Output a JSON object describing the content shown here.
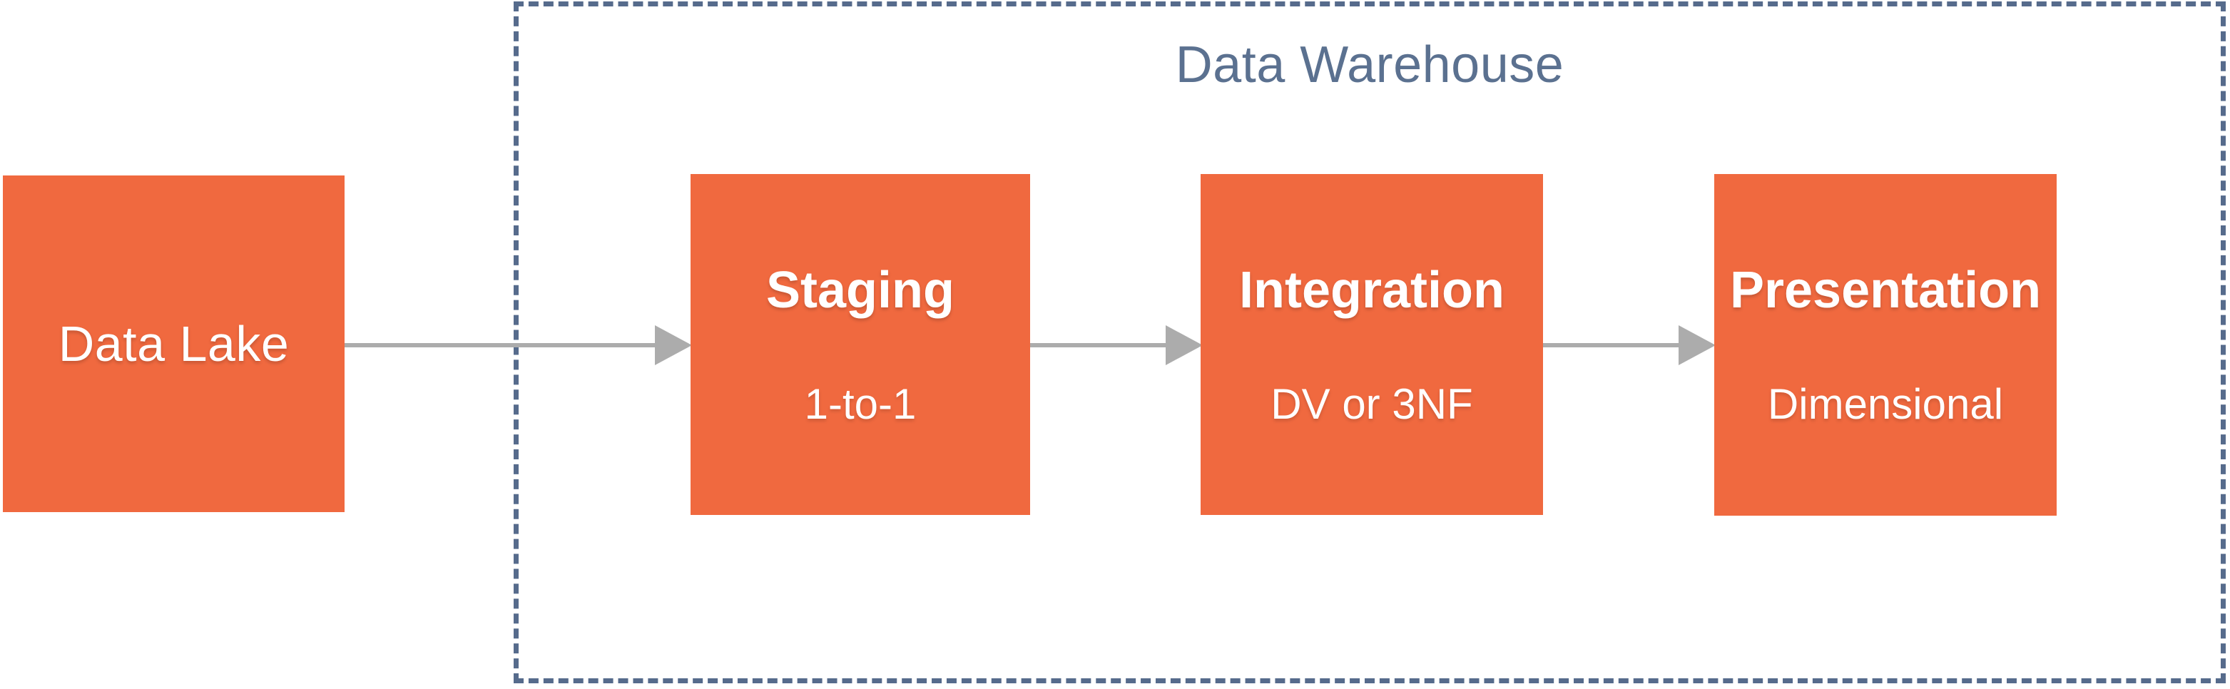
{
  "diagram": {
    "type": "flow-diagram",
    "background": "#FFFFFF",
    "warehouse_group": {
      "label": "Data Warehouse",
      "border_style": "dashed",
      "border_color": "#566B8C",
      "label_color": "#5B7190"
    },
    "nodes": [
      {
        "id": "data-lake",
        "label": "Data Lake",
        "sublabel": "",
        "fill": "#F0693F",
        "text_color": "#FFFFFF",
        "in_group": false
      },
      {
        "id": "staging",
        "label": "Staging",
        "sublabel": "1-to-1",
        "fill": "#F0693F",
        "text_color": "#FFFFFF",
        "in_group": true
      },
      {
        "id": "integration",
        "label": "Integration",
        "sublabel": "DV or 3NF",
        "fill": "#F0693F",
        "text_color": "#FFFFFF",
        "in_group": true
      },
      {
        "id": "presentation",
        "label": "Presentation",
        "sublabel": "Dimensional",
        "fill": "#F0693F",
        "text_color": "#FFFFFF",
        "in_group": true
      }
    ],
    "connections": [
      {
        "from": "data-lake",
        "to": "staging",
        "color": "#ACACAC"
      },
      {
        "from": "staging",
        "to": "integration",
        "color": "#ACACAC"
      },
      {
        "from": "integration",
        "to": "presentation",
        "color": "#ACACAC"
      }
    ]
  }
}
